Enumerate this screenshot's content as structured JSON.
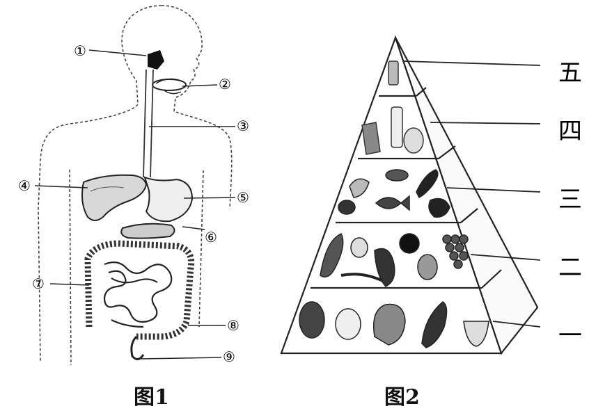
{
  "figure1": {
    "caption": "图1",
    "callouts": [
      "①",
      "②",
      "③",
      "④",
      "⑤",
      "⑥",
      "⑦",
      "⑧",
      "⑨"
    ]
  },
  "figure2": {
    "caption": "图2",
    "levels": [
      "五",
      "四",
      "三",
      "二",
      "一"
    ]
  }
}
